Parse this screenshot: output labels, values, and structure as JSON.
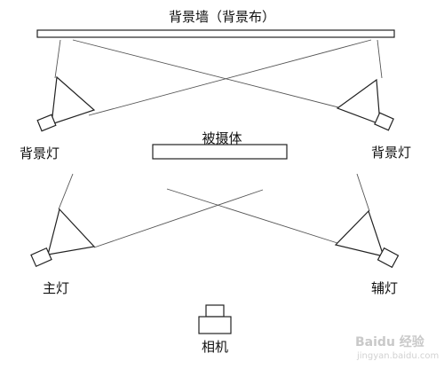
{
  "diagram": {
    "backdrop_label": "背景墙（背景布）",
    "subject_label": "被摄体",
    "bg_light_left_label": "背景灯",
    "bg_light_right_label": "背景灯",
    "key_light_label": "主灯",
    "fill_light_label": "辅灯",
    "camera_label": "相机"
  },
  "watermark": {
    "brand": "Baidu 经验",
    "sub": "jingyan.baidu.com"
  }
}
